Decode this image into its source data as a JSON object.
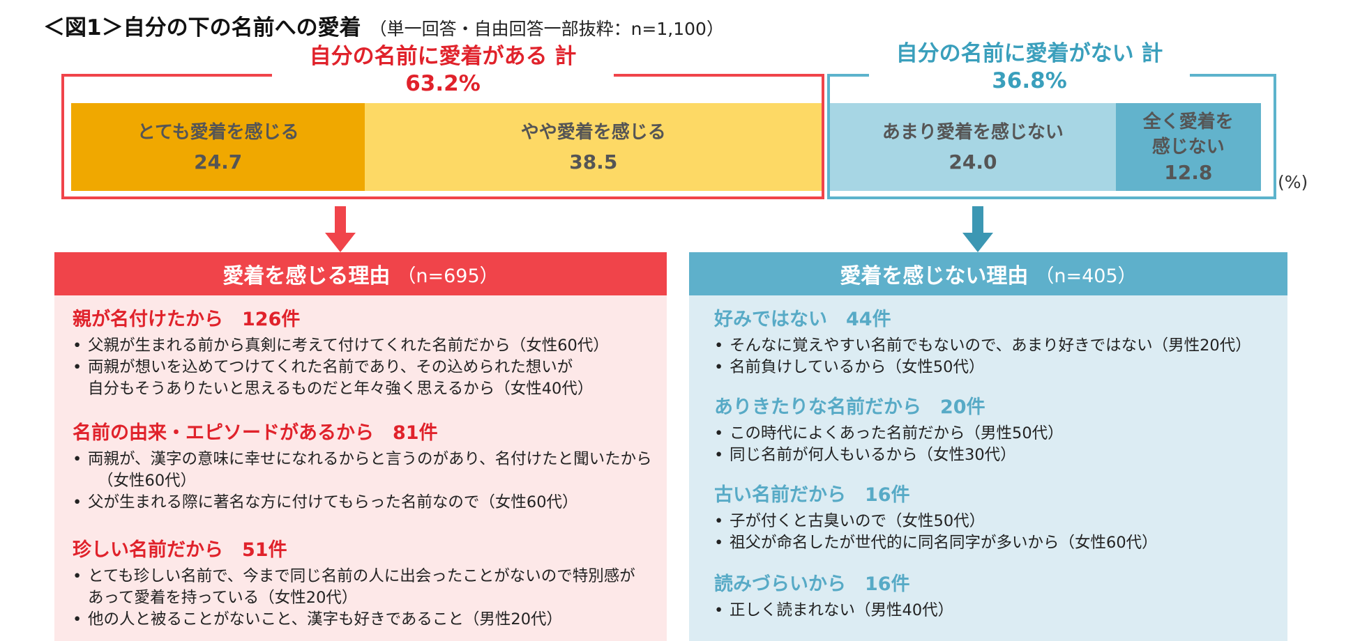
{
  "header": {
    "title": "＜図1＞自分の下の名前への愛着",
    "subtitle": "（単一回答・自由回答一部抜粋：n=1,100）"
  },
  "chart_data": {
    "type": "bar",
    "orientation": "horizontal-stacked",
    "unit": "(%)",
    "categories": [
      "とても愛着を感じる",
      "やや愛着を感じる",
      "あまり愛着を感じない",
      "全く愛着を感じない"
    ],
    "category_lines": [
      [
        "とても愛着を感じる"
      ],
      [
        "やや愛着を感じる"
      ],
      [
        "あまり愛着を感じない"
      ],
      [
        "全く愛着を",
        "感じない"
      ]
    ],
    "values": [
      24.7,
      38.5,
      24.0,
      12.8
    ],
    "value_labels": [
      "24.7",
      "38.5",
      "24.0",
      "12.8"
    ],
    "colors": [
      "#f0a800",
      "#fdd965",
      "#a7d6e4",
      "#62b3cc"
    ],
    "xlim": [
      0,
      100
    ],
    "groups": [
      {
        "label": "自分の名前に愛着がある 計",
        "total": "63.2%",
        "color": "#e0222b"
      },
      {
        "label": "自分の名前に愛着がない 計",
        "total": "36.8%",
        "color": "#3a9fbc"
      }
    ]
  },
  "panels": {
    "positive": {
      "heading": "愛着を感じる理由",
      "n": "（n=695）",
      "sections": [
        {
          "title": "親が名付けたから　126件",
          "items": [
            [
              "父親が生まれる前から真剣に考えて付けてくれた名前だから（女性60代）"
            ],
            [
              "両親が想いを込めてつけてくれた名前であり、その込められた想いが",
              "自分もそうありたいと思えるものだと年々強く思えるから（女性40代）"
            ]
          ]
        },
        {
          "title": "名前の由来・エピソードがあるから　81件",
          "items": [
            [
              "両親が、漢字の意味に幸せになれるからと言うのがあり、名付けたと聞いたから",
              "（女性60代）"
            ],
            [
              "父が生まれる際に著名な方に付けてもらった名前なので（女性60代）"
            ]
          ]
        },
        {
          "title": "珍しい名前だから　51件",
          "items": [
            [
              "とても珍しい名前で、今まで同じ名前の人に出会ったことがないので特別感が",
              "あって愛着を持っている（女性20代）"
            ],
            [
              "他の人と被ることがないこと、漢字も好きであること（男性20代）"
            ]
          ]
        }
      ]
    },
    "negative": {
      "heading": "愛着を感じない理由",
      "n": "（n=405）",
      "sections": [
        {
          "title": "好みではない　44件",
          "items": [
            [
              "そんなに覚えやすい名前でもないので、あまり好きではない（男性20代）"
            ],
            [
              "名前負けしているから（女性50代）"
            ]
          ]
        },
        {
          "title": "ありきたりな名前だから　20件",
          "items": [
            [
              "この時代によくあった名前だから（男性50代）"
            ],
            [
              "同じ名前が何人もいるから（女性30代）"
            ]
          ]
        },
        {
          "title": "古い名前だから　16件",
          "items": [
            [
              "子が付くと古臭いので（女性50代）"
            ],
            [
              "祖父が命名したが世代的に同名同字が多いから（女性60代）"
            ]
          ]
        },
        {
          "title": "読みづらいから　16件",
          "items": [
            [
              "正しく読まれない（男性40代）"
            ]
          ]
        }
      ]
    }
  }
}
